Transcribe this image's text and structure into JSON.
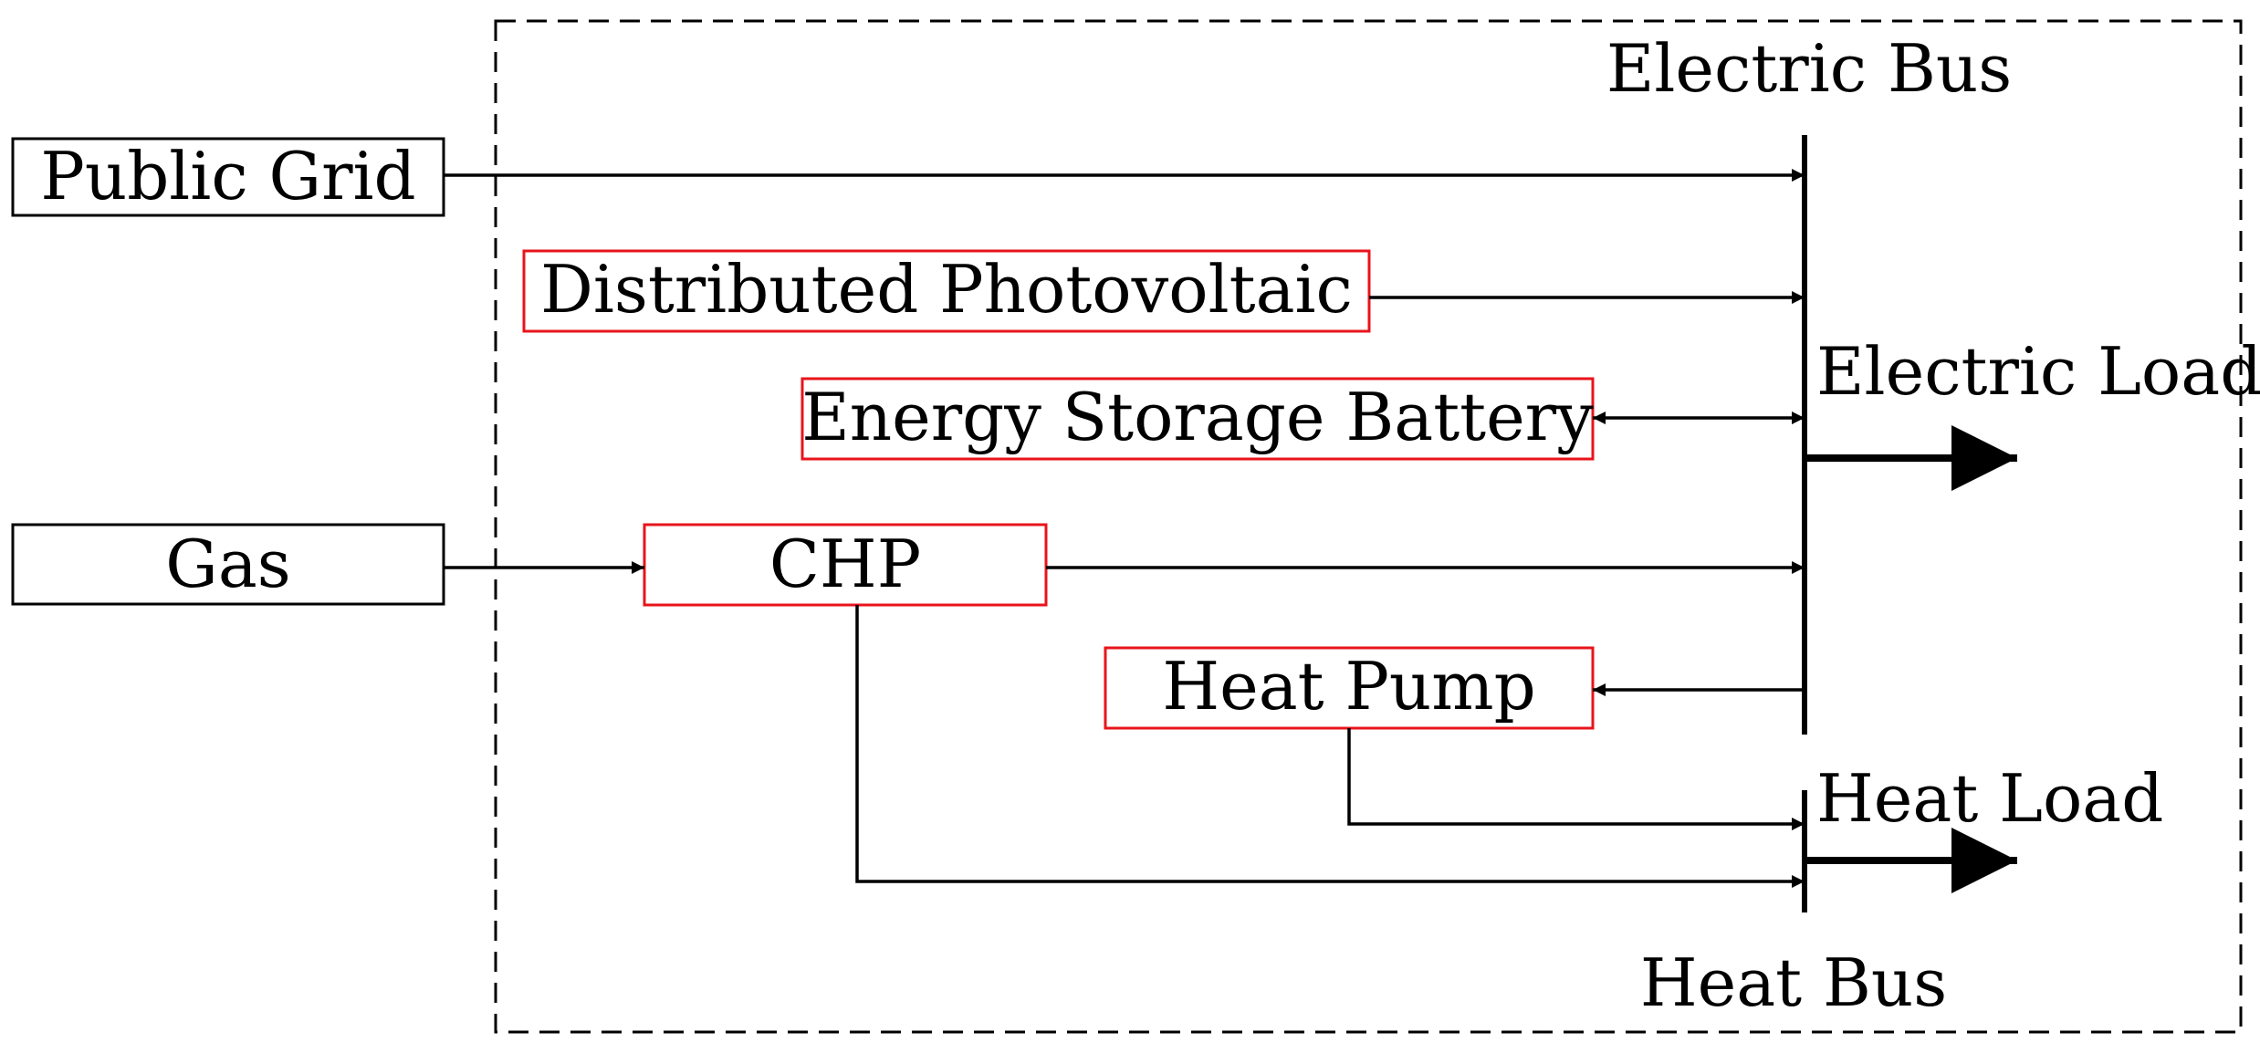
{
  "boxes": {
    "public_grid": "Public Grid",
    "gas": "Gas",
    "distributed_pv": "Distributed Photovoltaic",
    "storage_battery": "Energy Storage Battery",
    "chp": "CHP",
    "heat_pump": "Heat Pump"
  },
  "buses": {
    "electric_bus": "Electric Bus",
    "heat_bus": "Heat Bus"
  },
  "loads": {
    "electric_load": "Electric Load",
    "heat_load": "Heat Load"
  },
  "colors": {
    "external_box": "#000000",
    "internal_box": "#e8141b"
  }
}
